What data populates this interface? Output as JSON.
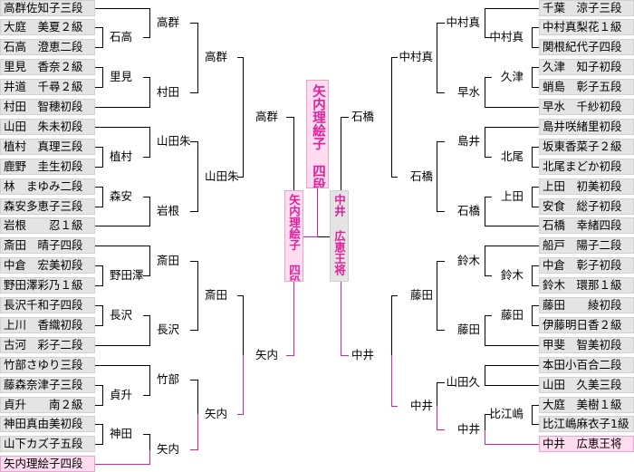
{
  "colors": {
    "line": "#000000",
    "highlight_line": "#e0209a",
    "highlight_text": "#e0209a",
    "box_bg": "#e4e4e4",
    "highlight_bg": "#ffdcef"
  },
  "left": {
    "players": [
      "高群佐知子三段",
      "大庭　美夏２級",
      "石高　澄恵二段",
      "里見　香奈２級",
      "井道　千尋２級",
      "村田　智穂初段",
      "山田　朱未初段",
      "植村　真理三段",
      "鹿野　圭生初段",
      "林　まゆみ二段",
      "森安多恵子三段",
      "岩根　　忍１級",
      "斎田　晴子四段",
      "中倉　宏美初段",
      "野田澤彩乃１級",
      "長沢千和子四段",
      "上川　香織初段",
      "古河　彩子二段",
      "竹部さゆり三段",
      "藤森奈津子三段",
      "貞升　　南２級",
      "神田真由美初段",
      "山下カズ子五段",
      "矢内理絵子四段"
    ],
    "highlight_index": 23,
    "groups": [
      {
        "single": 0,
        "pair": [
          1,
          2
        ],
        "pair_winner": "石高",
        "winner": "高群"
      },
      {
        "single": 5,
        "pair": [
          3,
          4
        ],
        "pair_winner": "里見",
        "winner": "村田"
      },
      {
        "single": 6,
        "pair": [
          7,
          8
        ],
        "pair_winner": "植村",
        "winner": "山田朱"
      },
      {
        "single": 11,
        "pair": [
          9,
          10
        ],
        "pair_winner": "森安",
        "winner": "岩根"
      },
      {
        "single": 12,
        "pair": [
          13,
          14
        ],
        "pair_winner": "野田澤",
        "winner": "斎田"
      },
      {
        "single": 17,
        "pair": [
          15,
          16
        ],
        "pair_winner": "長沢",
        "winner": "長沢"
      },
      {
        "single": 18,
        "pair": [
          19,
          20
        ],
        "pair_winner": "貞升",
        "winner": "竹部"
      },
      {
        "single": 23,
        "pair": [
          21,
          22
        ],
        "pair_winner": "神田",
        "winner": "矢内"
      }
    ],
    "round3_winners": [
      "高群",
      "山田朱",
      "斎田",
      "矢内"
    ],
    "semifinal_winners": [
      "高群",
      "矢内"
    ]
  },
  "right": {
    "players": [
      "千葉　涼子三段",
      "中村真梨花１級",
      "関根紀代子四段",
      "久津　知子初段",
      "蛸島　彰子五段",
      "早水　千紗初段",
      "島井咲緒里初段",
      "坂東香菜子２級",
      "北尾まどか初段",
      "上田　初美初段",
      "安食　総子初段",
      "石橋　幸緒四段",
      "船戸　陽子二段",
      "中倉　彰子初段",
      "鈴木　環那１級",
      "藤田　　綾初段",
      "伊藤明日香２級",
      "甲斐　智美初段",
      "本田小百合二段",
      "山田　久美三段",
      "大庭　美樹１級",
      "比江嶋麻衣子1級",
      "中井　広恵王将"
    ],
    "highlight_index": 22,
    "groups": [
      {
        "single": 0,
        "pair": [
          1,
          2
        ],
        "pair_winner": "中村真",
        "winner": "中村真"
      },
      {
        "single": 5,
        "pair": [
          3,
          4
        ],
        "pair_winner": "久津",
        "winner": "早水"
      },
      {
        "single": 6,
        "pair": [
          7,
          8
        ],
        "pair_winner": "北尾",
        "winner": "島井"
      },
      {
        "single": 11,
        "pair": [
          9,
          10
        ],
        "pair_winner": "上田",
        "winner": "石橋"
      },
      {
        "single": 12,
        "pair": [
          13,
          14
        ],
        "pair_winner": "鈴木",
        "winner": "鈴木"
      },
      {
        "single": 17,
        "pair": [
          15,
          16
        ],
        "pair_winner": "藤田",
        "winner": "藤田"
      },
      {
        "single": null,
        "pair": [
          18,
          19
        ],
        "pair_winner": null,
        "winner": "山田久"
      },
      {
        "single": 22,
        "pair": [
          20,
          21
        ],
        "pair_winner": "比江嶋",
        "winner": "中井"
      }
    ],
    "round3_winners": [
      "中村真",
      "石橋",
      "藤田",
      "中井"
    ],
    "semifinal_winners": [
      "石橋",
      "中井"
    ]
  },
  "final": {
    "champion": "矢内理絵子 四段",
    "champion_side": "left",
    "finalist_left": "矢内理絵子 四段",
    "finalist_right": "中井 広恵王将"
  }
}
